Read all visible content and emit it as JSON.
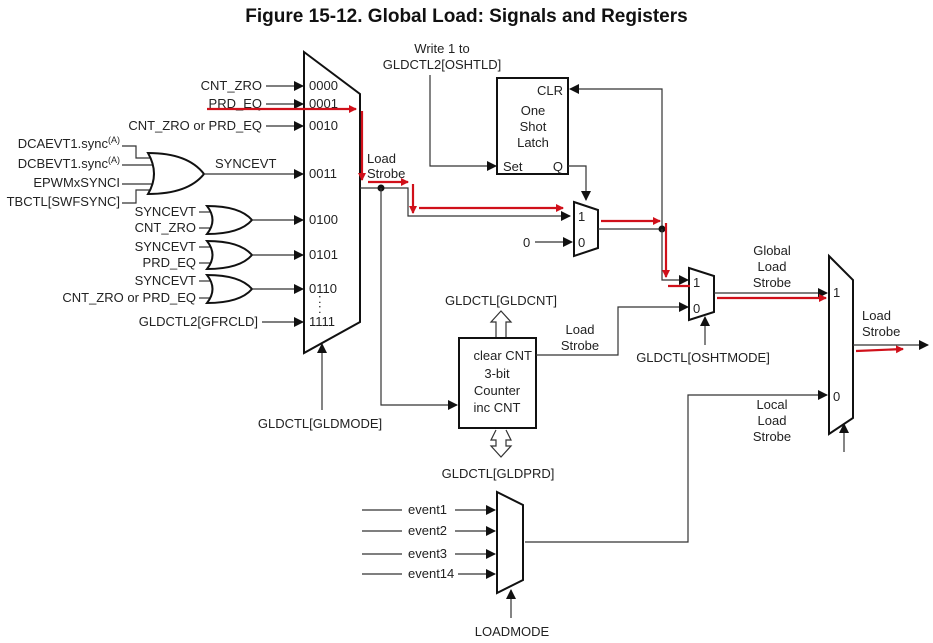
{
  "title": "Figure 15-12. Global Load: Signals and Registers",
  "mux_main": {
    "inputs": [
      {
        "label": "CNT_ZRO",
        "sel": "0000"
      },
      {
        "label": "PRD_EQ",
        "sel": "0001"
      },
      {
        "label": "CNT_ZRO or PRD_EQ",
        "sel": "0010"
      },
      {
        "label": "SYNCEVT",
        "sel": "0011"
      },
      {
        "label": "",
        "sel": "0100"
      },
      {
        "label": "",
        "sel": "0101"
      },
      {
        "label": "",
        "sel": "0110"
      },
      {
        "label": "GLDCTL2[GFRCLD]",
        "sel": "1111"
      }
    ],
    "ellipsis": ":",
    "select_label": "GLDCTL[GLDMODE]",
    "output_label": [
      "Load",
      "Strobe"
    ]
  },
  "sync_or_inputs": [
    "DCAEVT1.sync",
    "DCBEVT1.sync",
    "EPWMxSYNCI",
    "TBCTL[SWFSYNC]"
  ],
  "sync_superscript": "(A)",
  "or_gates": [
    {
      "a": "SYNCEVT",
      "b": "CNT_ZRO"
    },
    {
      "a": "SYNCEVT",
      "b": "PRD_EQ"
    },
    {
      "a": "SYNCEVT",
      "b": "CNT_ZRO or PRD_EQ"
    }
  ],
  "oneshot": {
    "write_label": [
      "Write 1 to",
      "GLDCTL2[OSHTLD]"
    ],
    "body": [
      "One",
      "Shot",
      "Latch"
    ],
    "clr": "CLR",
    "set": "Set",
    "q": "Q"
  },
  "mux_small": {
    "in1": "1",
    "in0": "0",
    "const0": "0"
  },
  "mux_osht": {
    "in1": "1",
    "in0": "0",
    "select_label": "GLDCTL[OSHTMODE]"
  },
  "counter": {
    "top_reg": "GLDCTL[GLDCNT]",
    "bottom_reg": "GLDCTL[GLDPRD]",
    "body": [
      "clear CNT",
      "3-bit",
      "Counter",
      "inc CNT"
    ],
    "out_label": [
      "Load",
      "Strobe"
    ]
  },
  "mux_final": {
    "in1": "1",
    "in0": "0",
    "global_label": [
      "Global",
      "Load",
      "Strobe"
    ],
    "local_label": [
      "Local",
      "Load",
      "Strobe"
    ],
    "out_label": [
      "Load",
      "Strobe"
    ]
  },
  "mux_events": {
    "inputs": [
      "event1",
      "event2",
      "event3",
      "event14"
    ],
    "select_label": "LOADMODE"
  },
  "colors": {
    "highlight": "#d0101a",
    "wire": "#333333"
  }
}
